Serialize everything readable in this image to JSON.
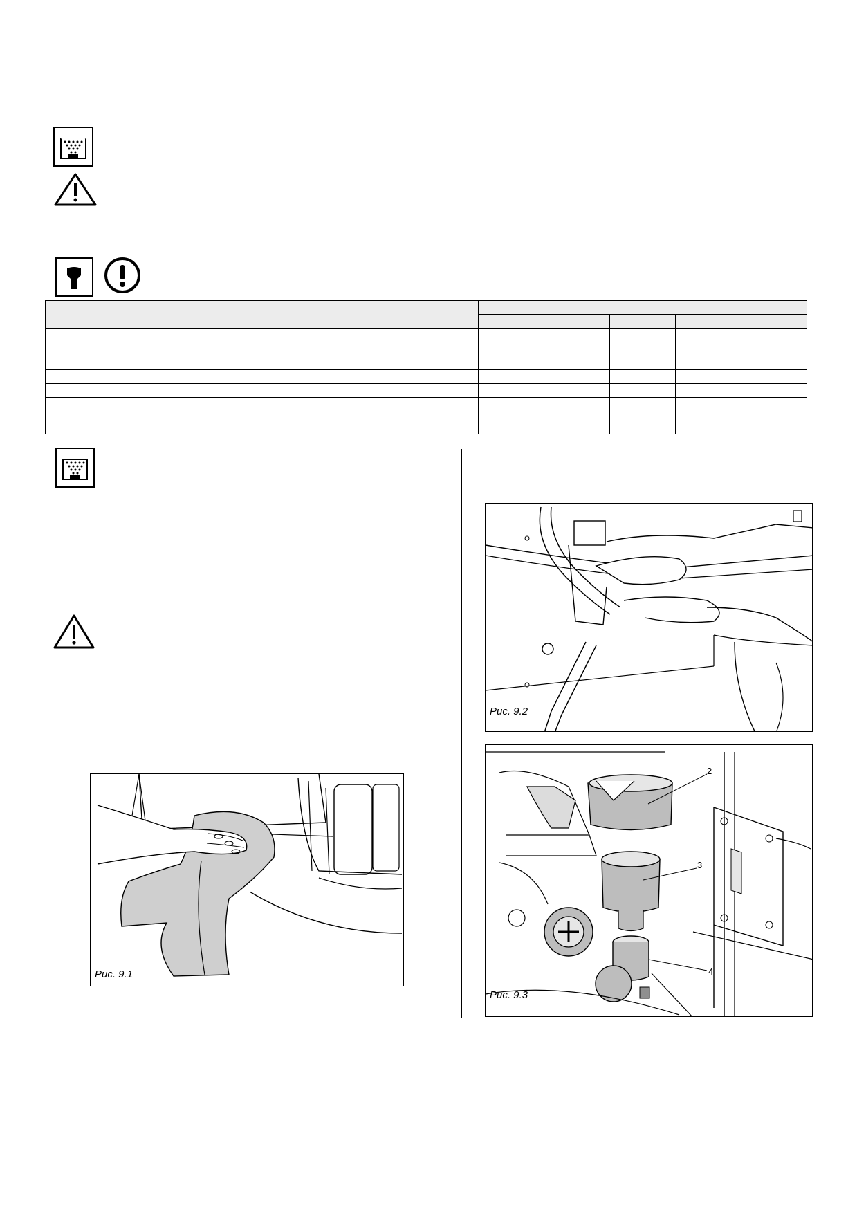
{
  "icons": {
    "cleaning": "dish-cleaning-icon",
    "warning": "warning-triangle-icon",
    "service": "service-tool-icon",
    "attention": "exclamation-circle-icon"
  },
  "figures": [
    {
      "id": "fig-9-1",
      "caption": "Рис. 9.1"
    },
    {
      "id": "fig-9-2",
      "caption": "Рис. 9.2"
    },
    {
      "id": "fig-9-3",
      "caption": "Рис. 9.3",
      "labels": [
        "2",
        "3",
        "4"
      ]
    }
  ]
}
